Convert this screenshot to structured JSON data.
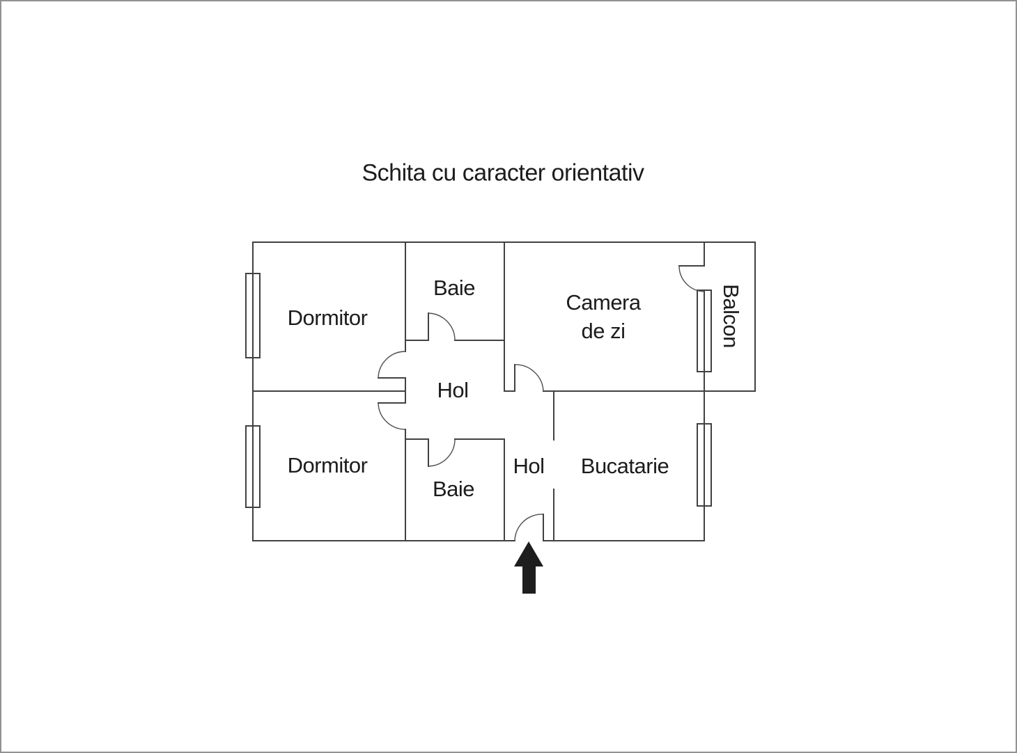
{
  "title": "Schita cu caracter orientativ",
  "rooms": {
    "dormitor_top": {
      "label": "Dormitor"
    },
    "baie_top": {
      "label": "Baie"
    },
    "camera_de_zi": {
      "line1": "Camera",
      "line2": "de zi"
    },
    "balcon": {
      "label": "Balcon"
    },
    "hol_upper": {
      "label": "Hol"
    },
    "dormitor_bottom": {
      "label": "Dormitor"
    },
    "baie_bottom": {
      "label": "Baie"
    },
    "hol_lower": {
      "label": "Hol"
    },
    "bucatarie": {
      "label": "Bucatarie"
    }
  },
  "icons": {
    "entrance_arrow": "up-arrow"
  },
  "colors": {
    "wall": "#414141",
    "door_arc": "#4d4d4d",
    "text": "#1c1c1c",
    "arrow": "#1e1e1e",
    "page_border": "#929292",
    "background": "#ffffff"
  }
}
